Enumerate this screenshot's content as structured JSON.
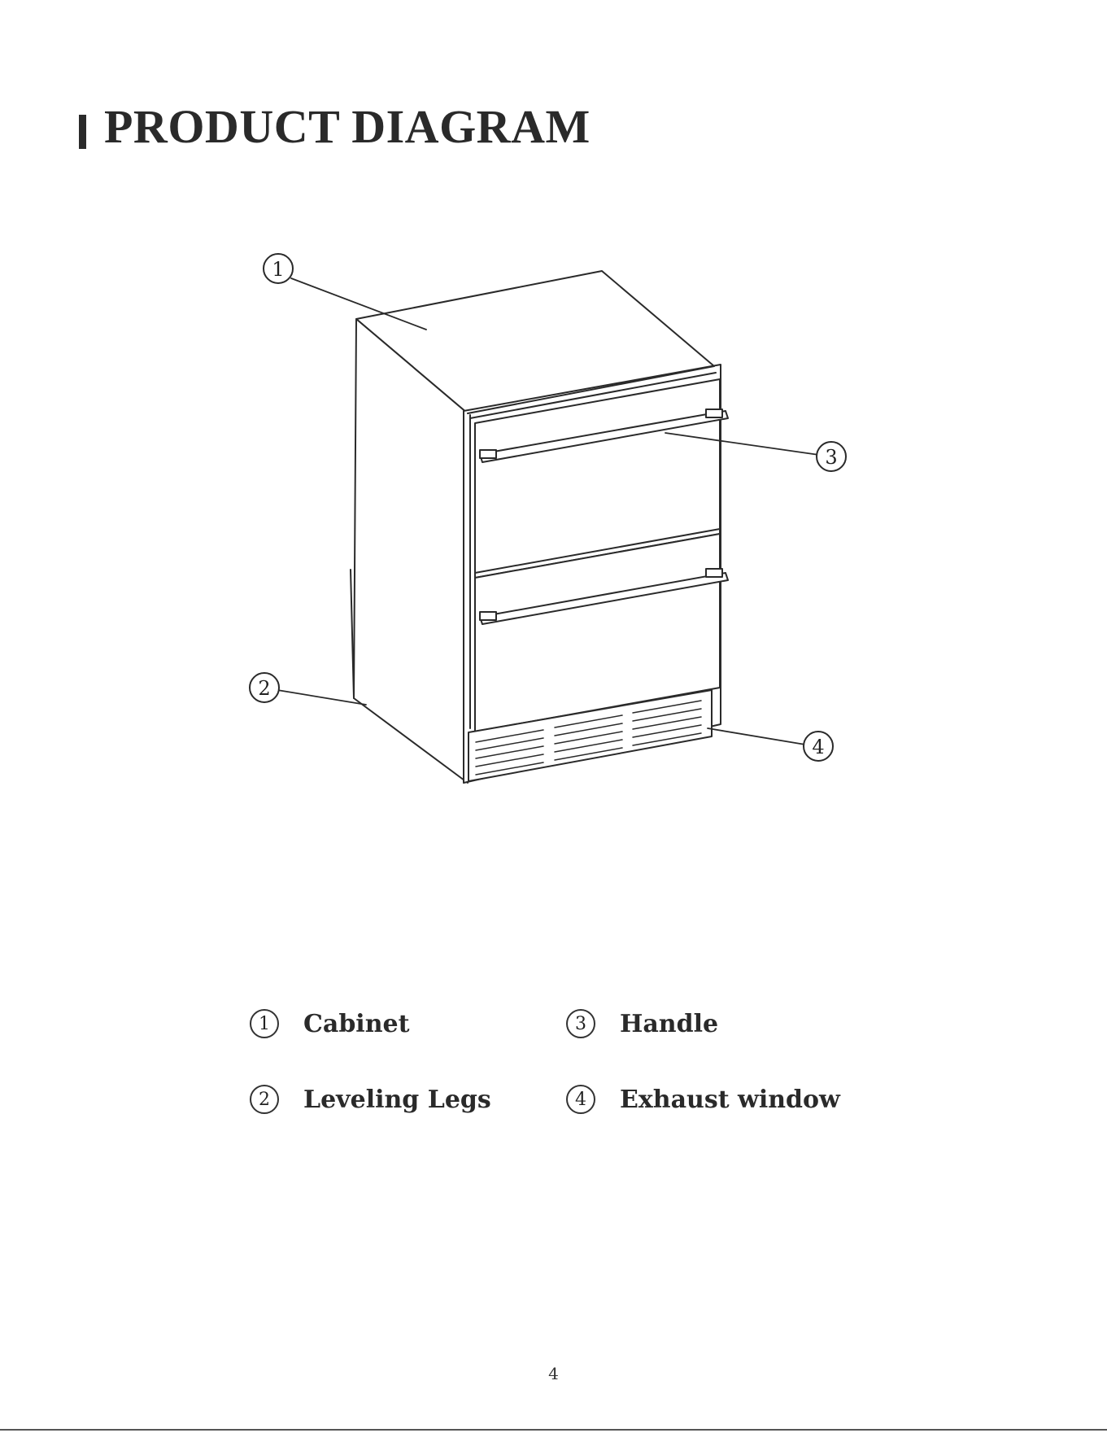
{
  "header": {
    "title": "PRODUCT DIAGRAM"
  },
  "callouts": [
    "1",
    "2",
    "3",
    "4"
  ],
  "legend": [
    {
      "number": "1",
      "label": "Cabinet"
    },
    {
      "number": "3",
      "label": "Handle"
    },
    {
      "number": "2",
      "label": "Leveling Legs"
    },
    {
      "number": "4",
      "label": "Exhaust window"
    }
  ],
  "footer": {
    "page_number": "4"
  }
}
